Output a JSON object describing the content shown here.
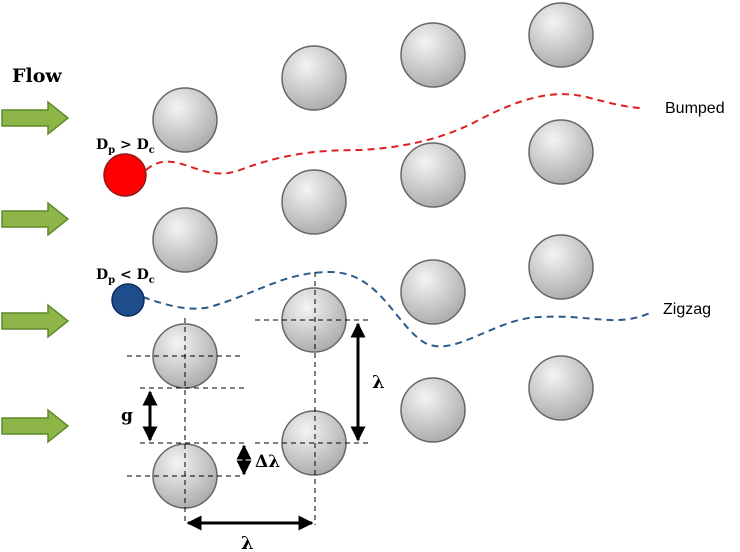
{
  "flow_label": "Flow",
  "trajectory_labels": {
    "bumped": "Bumped",
    "zigzag": "Zigzag"
  },
  "particle_labels": {
    "large": {
      "main": "D",
      "sub1": "p",
      "op": " > ",
      "main2": "D",
      "sub2": "c"
    },
    "small": {
      "main": "D",
      "sub1": "p",
      "op": " < ",
      "main2": "D",
      "sub2": "c"
    }
  },
  "dimension_labels": {
    "gap": "g",
    "row_shift": "Δλ",
    "vertical_pitch": "λ",
    "horizontal_pitch": "λ"
  },
  "colors": {
    "flow_arrow_fill": "#8db548",
    "flow_arrow_stroke": "#5f8a2a",
    "pillar_stroke": "#666666",
    "pillar_light": "#f4f4f4",
    "pillar_dark": "#a9a9a9",
    "large_particle": "#ff0000",
    "small_particle": "#1f4e8c",
    "bumped_path": "#e02020",
    "zigzag_path": "#2a5a8c",
    "text": "#000000"
  }
}
